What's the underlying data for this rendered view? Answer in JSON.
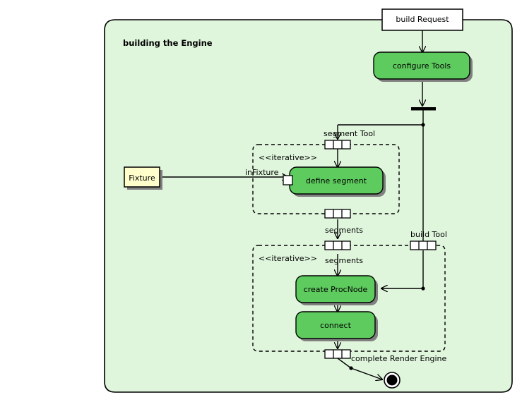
{
  "diagram": {
    "type": "uml-activity-diagram",
    "partition_title": "building the Engine",
    "colors": {
      "frame_fill": "#dff6dc",
      "activity_fill": "#5ecb5e",
      "activity_stroke": "#000000",
      "object_fill": "#ffffcc",
      "shadow": "#808080",
      "white": "#ffffff",
      "line": "#000000"
    }
  },
  "nodes": {
    "build_request": {
      "label": "build Request",
      "kind": "external-object"
    },
    "configure_tools": {
      "label": "configure Tools",
      "kind": "action"
    },
    "define_segment": {
      "label": "define segment",
      "kind": "action"
    },
    "create_procnode": {
      "label": "create ProcNode",
      "kind": "action"
    },
    "connect": {
      "label": "connect",
      "kind": "action"
    },
    "fixture": {
      "label": "Fixture",
      "kind": "object-node"
    },
    "final_node": {
      "label": "",
      "kind": "activity-final"
    },
    "fork_bar": {
      "label": "",
      "kind": "fork"
    }
  },
  "regions": {
    "iterative_upper": {
      "stereotype": "<<iterative>>"
    },
    "iterative_lower": {
      "stereotype": "<<iterative>>"
    }
  },
  "pins": {
    "segment_tool_in": {
      "label": "segment Tool"
    },
    "segments_out": {
      "label": "segments"
    },
    "segments_in": {
      "label": "segments"
    },
    "build_tool": {
      "label": "build Tool"
    },
    "complete_render_engine": {
      "label": "complete Render Engine"
    }
  },
  "edges": {
    "in_fixture": {
      "label": "inFixture"
    }
  }
}
